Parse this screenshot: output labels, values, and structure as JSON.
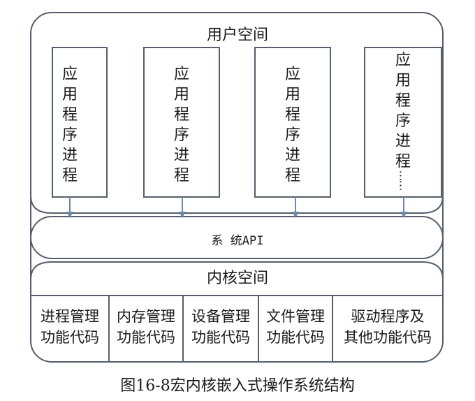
{
  "diagram": {
    "user_space": {
      "label": "用户空间"
    },
    "processes": [
      {
        "chars": [
          "应",
          "用",
          "程",
          "序",
          "进",
          "程"
        ]
      },
      {
        "chars": [
          "应",
          "用",
          "程",
          "序",
          "进",
          "程"
        ]
      },
      {
        "chars": [
          "应",
          "用",
          "程",
          "序",
          "进",
          "程"
        ]
      },
      {
        "chars": [
          "应",
          "用",
          "程",
          "序",
          "进",
          "程"
        ],
        "more": "……"
      }
    ],
    "system_api": {
      "label": "系 统API"
    },
    "kernel_space": {
      "label": "内核空间"
    },
    "kernel_modules": [
      {
        "line1": "进程管理",
        "line2": "功能代码"
      },
      {
        "line1": "内存管理",
        "line2": "功能代码"
      },
      {
        "line1": "设备管理",
        "line2": "功能代码"
      },
      {
        "line1": "文件管理",
        "line2": "功能代码"
      },
      {
        "line1": "驱动程序及",
        "line2": "其他功能代码"
      }
    ],
    "colors": {
      "stroke": "#555e6a",
      "arrow": "#6f87a8",
      "text": "#1a1a1a"
    }
  },
  "caption": {
    "text": "图16-8宏内核嵌入式操作系统结构"
  }
}
